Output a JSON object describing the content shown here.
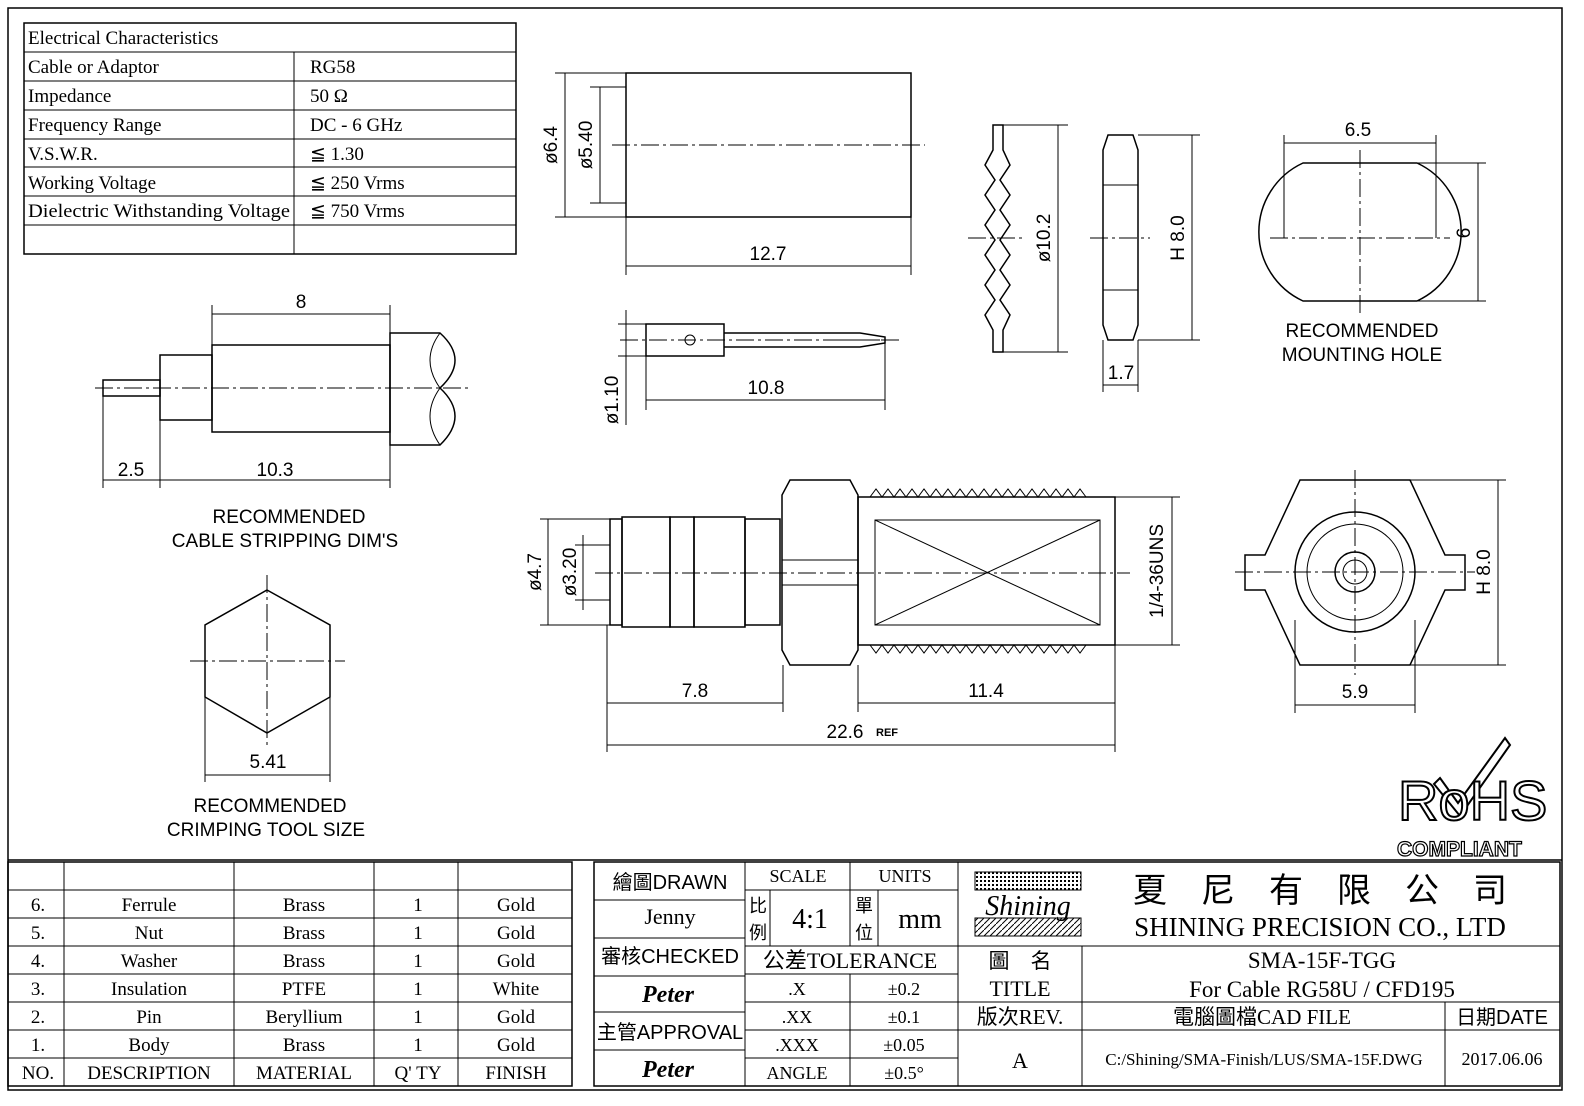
{
  "specs": {
    "title": "Electrical Characteristics",
    "rows": [
      {
        "label": "Cable or Adaptor",
        "value": "RG58"
      },
      {
        "label": "Impedance",
        "value": "50 Ω"
      },
      {
        "label": "Frequency Range",
        "value": "DC - 6 GHz"
      },
      {
        "label": "V.S.W.R.",
        "value": "≦ 1.30"
      },
      {
        "label": "Working Voltage",
        "value": "≦ 250 Vrms"
      },
      {
        "label": "Dielectric Withstanding Voltage",
        "value": "≦ 750 Vrms"
      }
    ]
  },
  "views": {
    "stripping": {
      "d_top": "8",
      "d_left": "2.5",
      "d_mid": "10.3",
      "caption1": "RECOMMENDED",
      "caption2": "CABLE STRIPPING DIM'S"
    },
    "ferrule": {
      "d_outer": "ø6.4",
      "d_inner": "ø5.40",
      "length": "12.7"
    },
    "pin": {
      "dia": "ø1.10",
      "length": "10.8"
    },
    "washer": {
      "dia": "ø10.2"
    },
    "nut": {
      "height": "H 8.0",
      "thickness": "1.7"
    },
    "mounting": {
      "width": "6.5",
      "height": "6",
      "caption1": "RECOMMENDED",
      "caption2": "MOUNTING HOLE"
    },
    "assembly": {
      "d_outer": "ø4.7",
      "d_inner": "ø3.20",
      "thread": "1/4-36UNS",
      "len_a": "7.8",
      "len_b": "11.4",
      "len_total": "22.6",
      "ref": "REF"
    },
    "front": {
      "height": "H 8.0",
      "width": "5.9"
    },
    "crimp": {
      "size": "5.41",
      "caption1": "RECOMMENDED",
      "caption2": "CRIMPING TOOL SIZE"
    }
  },
  "rohs": {
    "mark": "RoHS",
    "text": "COMPLIANT"
  },
  "parts": {
    "headers": [
      "NO.",
      "DESCRIPTION",
      "MATERIAL",
      "Q' TY",
      "FINISH"
    ],
    "rows": [
      [
        "6.",
        "Ferrule",
        "Brass",
        "1",
        "Gold"
      ],
      [
        "5.",
        "Nut",
        "Brass",
        "1",
        "Gold"
      ],
      [
        "4.",
        "Washer",
        "Brass",
        "1",
        "Gold"
      ],
      [
        "3.",
        "Insulation",
        "PTFE",
        "1",
        "White"
      ],
      [
        "2.",
        "Pin",
        "Beryllium",
        "1",
        "Gold"
      ],
      [
        "1.",
        "Body",
        "Brass",
        "1",
        "Gold"
      ]
    ]
  },
  "title_block": {
    "drawn_label": "繪圖DRAWN",
    "drawn_by": "Jenny",
    "checked_label": "審核CHECKED",
    "checked_by": "Peter",
    "approval_label": "主管APPROVAL",
    "approved_by": "Peter",
    "scale_label": "SCALE",
    "scale_cn": [
      "比",
      "例"
    ],
    "scale": "4:1",
    "units_label": "UNITS",
    "units_cn": [
      "單",
      "位"
    ],
    "units": "mm",
    "tolerance_label": "公差TOLERANCE",
    "tolerances": [
      {
        "k": ".X",
        "v": "±0.2"
      },
      {
        "k": ".XX",
        "v": "±0.1"
      },
      {
        "k": ".XXX",
        "v": "±0.05"
      },
      {
        "k": "ANGLE",
        "v": "±0.5°"
      }
    ],
    "logo": "Shining",
    "company_cn": "夏　尼　有　限　公　司",
    "company_en": "SHINING PRECISION CO., LTD",
    "title_cn": "圖　名",
    "title_label": "TITLE",
    "part_no": "SMA-15F-TGG",
    "part_desc": "For Cable RG58U / CFD195",
    "rev_label": "版次REV.",
    "rev": "A",
    "cad_label": "電腦圖檔CAD FILE",
    "cad_file": "C:/Shining/SMA-Finish/LUS/SMA-15F.DWG",
    "date_label": "日期DATE",
    "date": "2017.06.06"
  }
}
